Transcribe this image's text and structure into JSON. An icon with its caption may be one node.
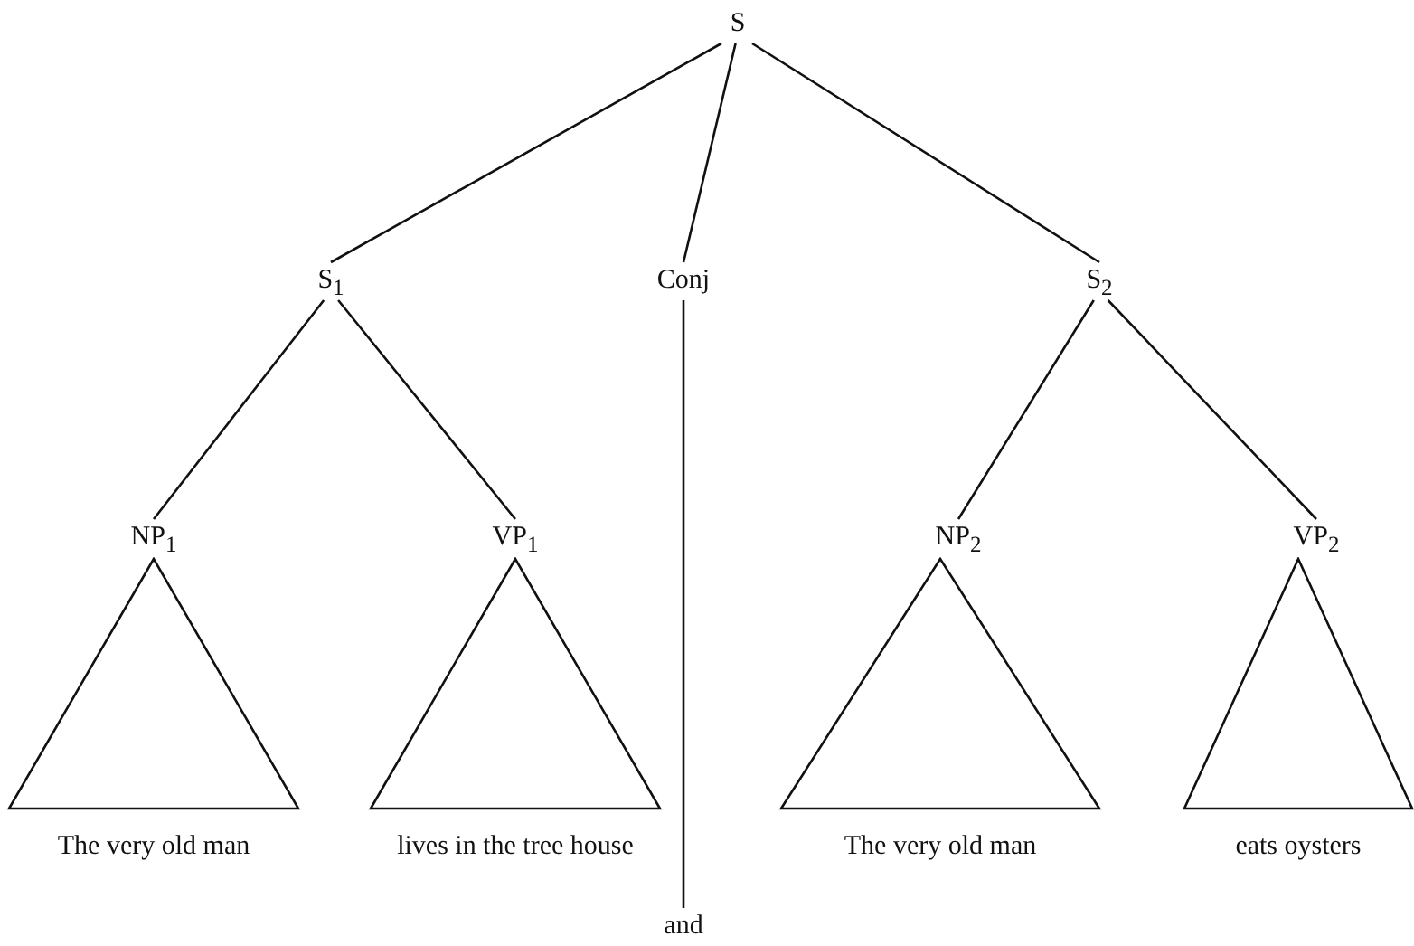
{
  "diagram": {
    "nodes": [
      {
        "text": [
          "S"
        ]
      },
      {
        "text": [
          "S$_{1}$"
        ]
      },
      {
        "text": [
          "Conj"
        ]
      },
      {
        "text": [
          "S$_{2}$"
        ]
      },
      {
        "text": [
          "NP$_{1}$"
        ]
      },
      {
        "text": [
          "VP$_{1}$"
        ]
      },
      {
        "text": [
          "NP$_{2}$"
        ]
      },
      {
        "text": [
          "VP$_{2}$"
        ]
      },
      {
        "text": [
          "The very old man"
        ]
      },
      {
        "text": [
          "lives in the tree house"
        ]
      },
      {
        "text": [
          "The very old man"
        ]
      },
      {
        "text": [
          "eats oysters"
        ]
      },
      {
        "text": [
          "and"
        ]
      }
    ],
    "edges": [
      {
        "from": 0,
        "to": 1,
        "arrow": "none"
      },
      {
        "from": 0,
        "to": 2,
        "arrow": "none"
      },
      {
        "from": 0,
        "to": 3,
        "arrow": "none"
      },
      {
        "from": 1,
        "to": 4,
        "arrow": "none"
      },
      {
        "from": 1,
        "to": 5,
        "arrow": "none"
      },
      {
        "from": 3,
        "to": 6,
        "arrow": "none"
      },
      {
        "from": 3,
        "to": 7,
        "arrow": "none"
      },
      {
        "from": 2,
        "to": 12,
        "arrow": "none"
      }
    ]
  }
}
